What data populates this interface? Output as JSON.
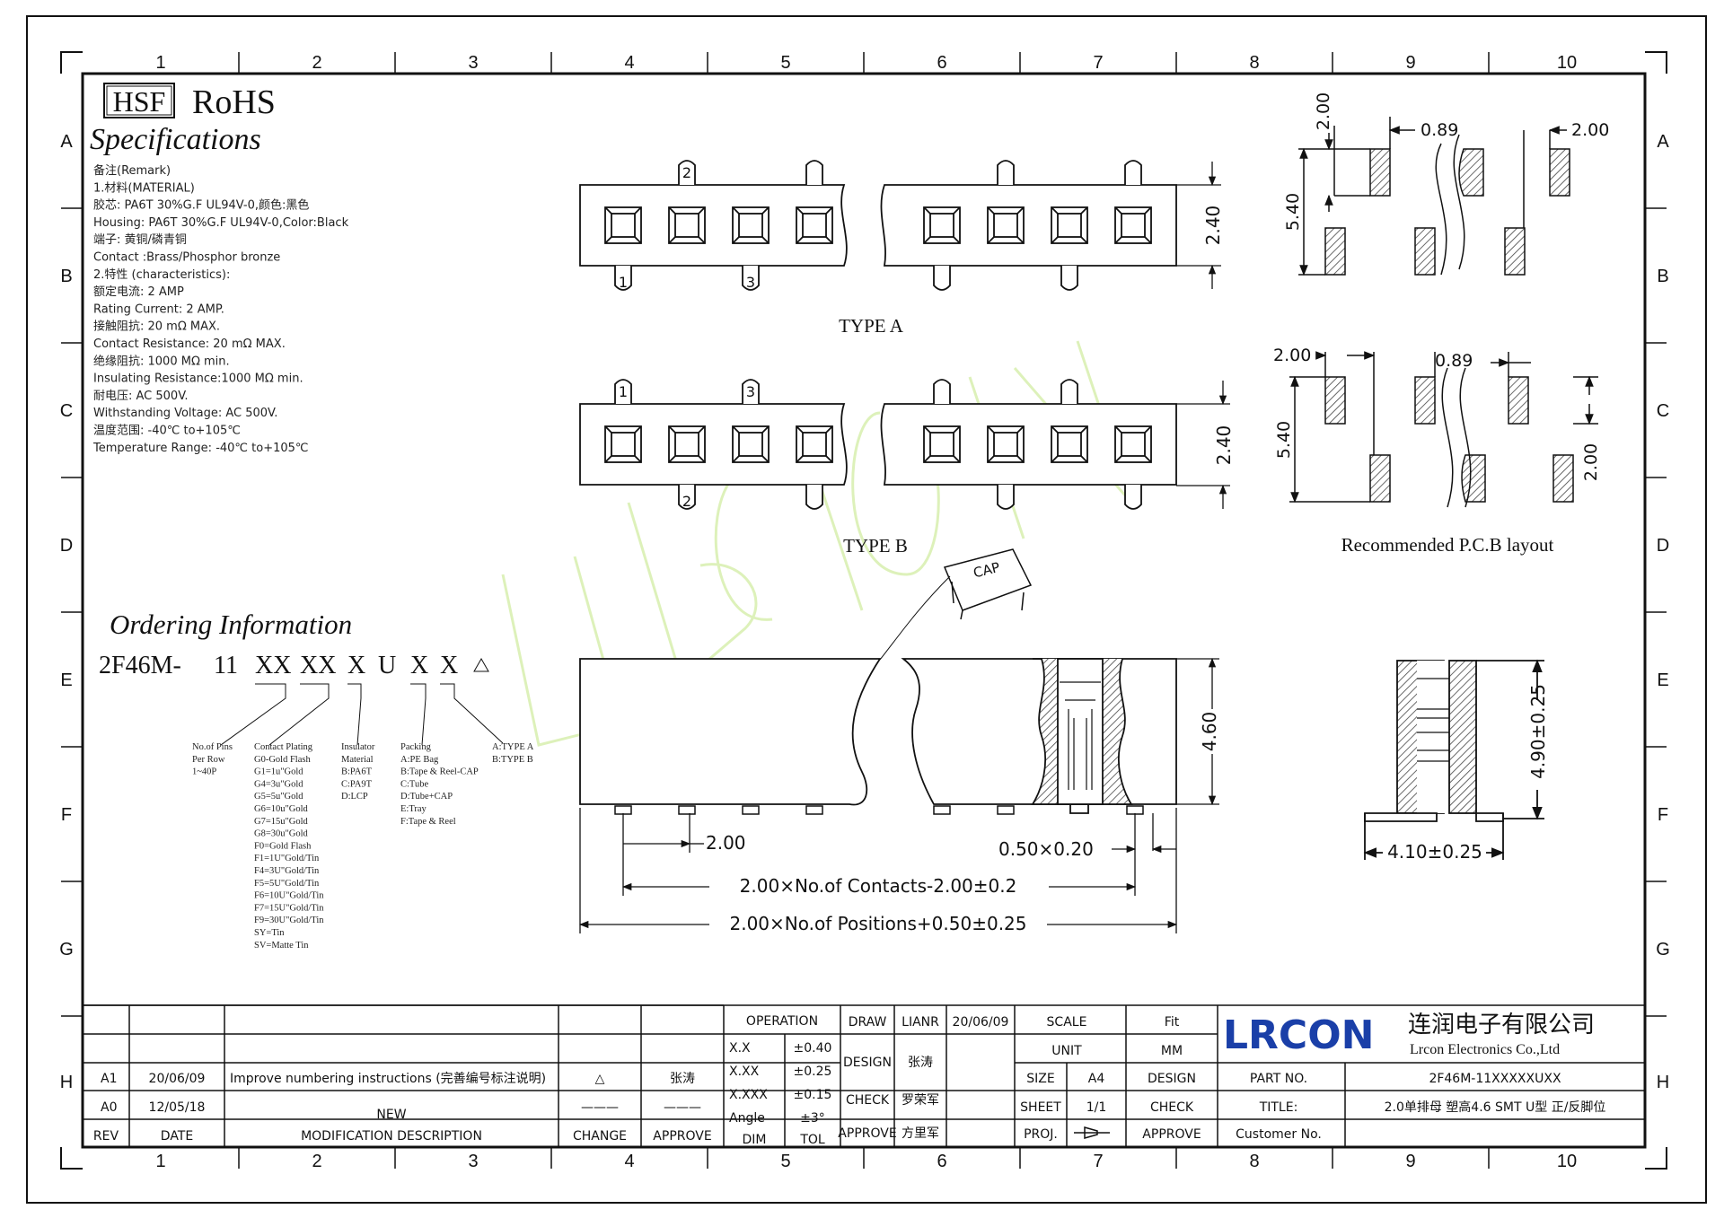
{
  "badges": {
    "hsf": "HSF",
    "rohs": "RoHS"
  },
  "specs_title": "Specifications",
  "spec_lines": [
    "备注(Remark)",
    "1.材料(MATERIAL)",
    "胶芯: PA6T 30%G.F UL94V-0,颜色:黑色",
    "Housing: PA6T 30%G.F UL94V-0,Color:Black",
    "端子: 黄铜/磷青铜",
    "Contact :Brass/Phosphor bronze",
    "2.特性 (characteristics):",
    "额定电流: 2 AMP",
    "Rating Current: 2 AMP.",
    "接触阻抗: 20 mΩ MAX.",
    "Contact Resistance: 20 mΩ MAX.",
    "绝缘阻抗: 1000 MΩ min.",
    "Insulating Resistance:1000 MΩ min.",
    "耐电压: AC 500V.",
    "Withstanding Voltage: AC 500V.",
    "温度范围: -40℃ to+105℃",
    "Temperature Range: -40℃ to+105℃"
  ],
  "grid": {
    "cols": [
      "1",
      "2",
      "3",
      "4",
      "5",
      "6",
      "7",
      "8",
      "9",
      "10"
    ],
    "rows": [
      "A",
      "B",
      "C",
      "D",
      "E",
      "F",
      "G",
      "H"
    ]
  },
  "views": {
    "type_a": "TYPE A",
    "type_b": "TYPE B",
    "pcb_label": "Recommended P.C.B layout",
    "cap": "CAP",
    "pin_labels": [
      "1",
      "2",
      "3"
    ]
  },
  "dims": {
    "d240": "2.40",
    "d200": "2.00",
    "d089": "0.89",
    "d540": "5.40",
    "d460": "4.60",
    "d490": "4.90±0.25",
    "d410": "4.10±0.25",
    "d050": "0.50×0.20",
    "contacts": "2.00×No.of Contacts-2.00±0.2",
    "positions": "2.00×No.of Positions+0.50±0.25"
  },
  "ordering": {
    "title": "Ordering Information",
    "code": [
      "2F46M-",
      "11",
      "XX",
      "XX",
      "X",
      "U",
      "X",
      "X"
    ],
    "groups": [
      {
        "lines": [
          "No.of Pins",
          "Per Row",
          "1~40P"
        ]
      },
      {
        "lines": [
          "Contact Plating",
          "G0-Gold Flash",
          "G1=1u\"Gold",
          "G4=3u\"Gold",
          "G5=5u\"Gold",
          "G6=10u\"Gold",
          "G7=15u\"Gold",
          "G8=30u\"Gold",
          "F0=Gold Flash",
          "F1=1U\"Gold/Tin",
          "F4=3U\"Gold/Tin",
          "F5=5U\"Gold/Tin",
          "F6=10U\"Gold/Tin",
          "F7=15U\"Gold/Tin",
          "F9=30U\"Gold/Tin",
          "SY=Tin",
          "SV=Matte Tin"
        ]
      },
      {
        "lines": [
          "Insulator",
          "Material",
          "B:PA6T",
          "C:PA9T",
          "D:LCP"
        ]
      },
      {
        "lines": [
          "Packing",
          "A:PE Bag",
          "B:Tape & Reel-CAP",
          "C:Tube",
          "D:Tube+CAP",
          "E:Tray",
          "F:Tape & Reel"
        ]
      },
      {
        "lines": [
          "A:TYPE A",
          "B:TYPE B"
        ]
      }
    ]
  },
  "title_block": {
    "revisions": [
      {
        "rev": "A1",
        "date": "20/06/09",
        "desc": "Improve numbering instructions (完善编号标注说明)",
        "change": "△",
        "approve": "张涛"
      },
      {
        "rev": "A0",
        "date": "12/05/18",
        "desc": "NEW",
        "change": "———",
        "approve": "———"
      }
    ],
    "headers": {
      "rev": "REV",
      "date": "DATE",
      "desc": "MODIFICATION DESCRIPTION",
      "change": "CHANGE",
      "approve": "APPROVE"
    },
    "tolerance": {
      "operation": "OPERATION",
      "rows": [
        [
          "X.X",
          "±0.40"
        ],
        [
          "X.XX",
          "±0.25"
        ],
        [
          "X.XXX",
          "±0.15"
        ],
        [
          "Angle",
          "±3°"
        ]
      ],
      "dim": "DIM",
      "tol": "TOL"
    },
    "signoff": [
      [
        "DRAW",
        "LIANR",
        "20/06/09"
      ],
      [
        "DESIGN",
        "张涛",
        ""
      ],
      [
        "CHECK",
        "罗荣军",
        ""
      ],
      [
        "APPROVE",
        "方里军",
        ""
      ]
    ],
    "scale": {
      "scale": "SCALE",
      "scale_val": "Fit",
      "unit": "UNIT",
      "unit_val": "MM",
      "size": "SIZE",
      "size_val": "A4",
      "sheet": "SHEET",
      "sheet_val": "1/1",
      "proj": "PROJ.",
      "design": "DESIGN",
      "check": "CHECK",
      "approve": "APPROVE"
    },
    "company": {
      "logo": "LRCON",
      "cn": "连润电子有限公司",
      "en": "Lrcon Electronics Co.,Ltd"
    },
    "part_no_label": "PART NO.",
    "part_no": "2F46M-11XXXXXUXX",
    "title_label": "TITLE:",
    "title": "2.0单排母 塑高4.6 SMT U型 正/反脚位",
    "customer_label": "Customer No.",
    "customer": ""
  },
  "colors": {
    "line": "#111111",
    "hatch": "#444444",
    "watermark": "#d9efb3",
    "logo": "#1a3fa8"
  }
}
